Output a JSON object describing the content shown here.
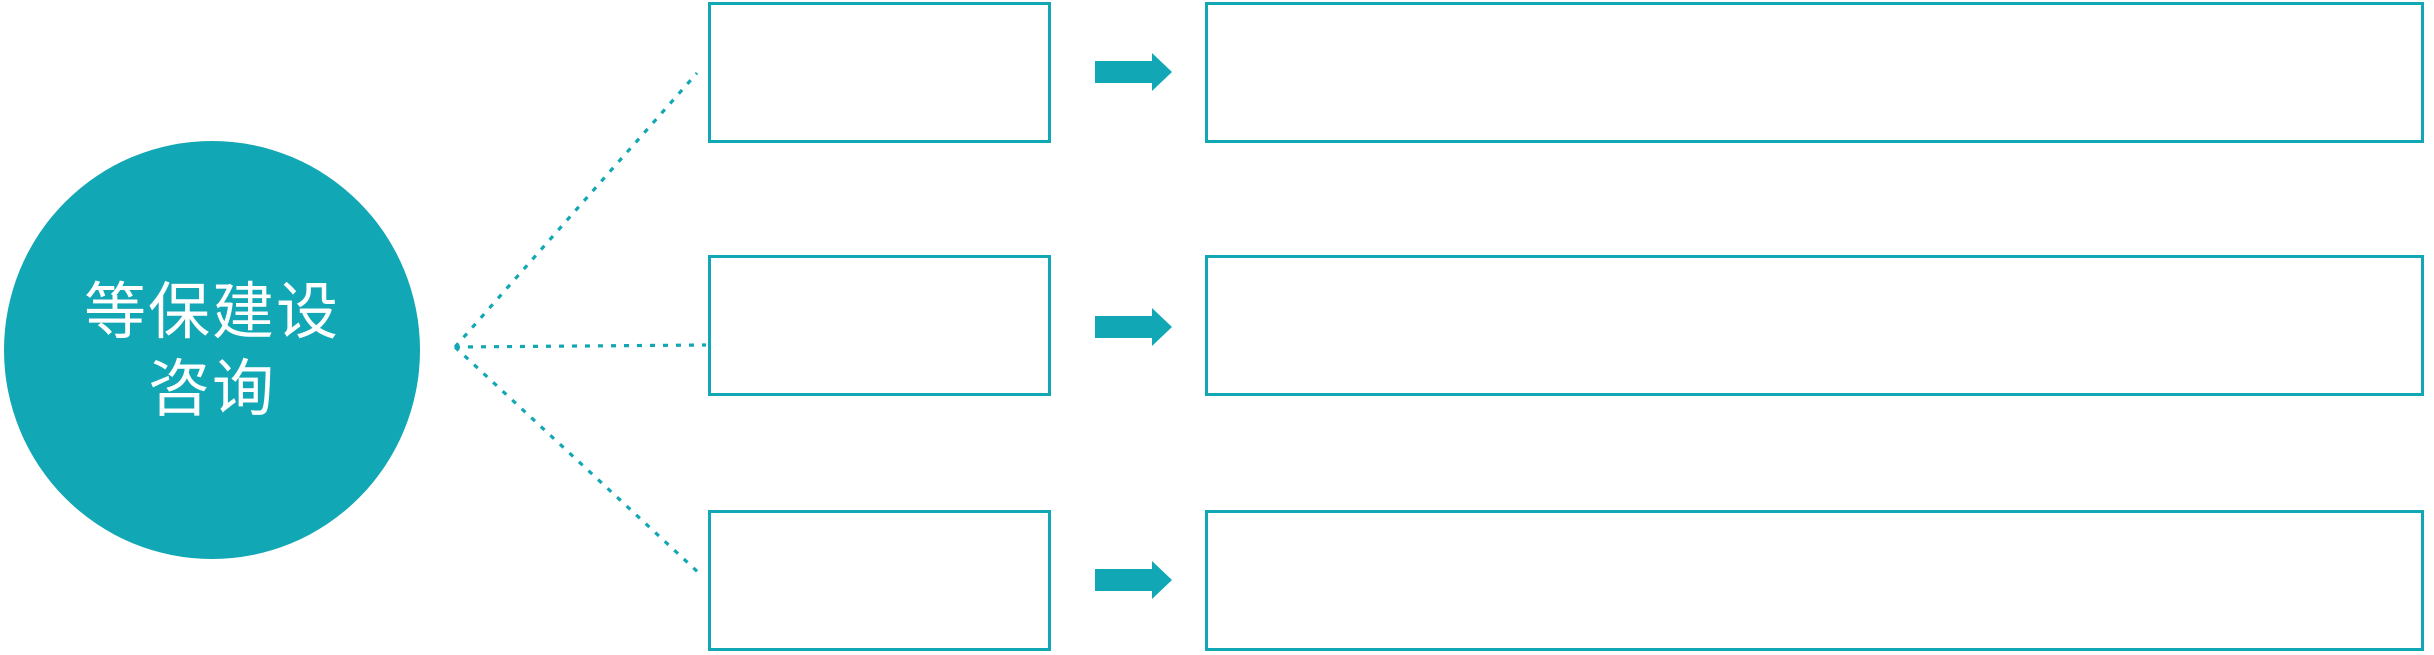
{
  "diagram": {
    "background_color": "#ffffff",
    "accent_color": "#12A7B4",
    "circle": {
      "label_line1": "等保建设",
      "label_line2": "咨询",
      "text_color": "#ffffff"
    },
    "rows": [
      {
        "small_box_text": "",
        "large_box_text": ""
      },
      {
        "small_box_text": "",
        "large_box_text": ""
      },
      {
        "small_box_text": "",
        "large_box_text": ""
      }
    ],
    "icons": {
      "arrow": "right-arrow-icon",
      "connector": "dotted-connector-line"
    }
  }
}
